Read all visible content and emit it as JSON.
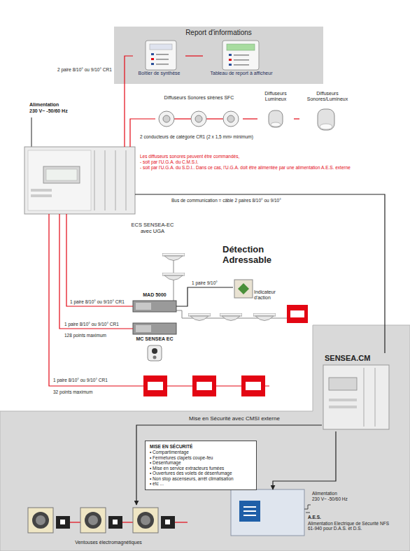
{
  "diagram": {
    "nodes": [
      {
        "text": [
          "Report d'informations"
        ]
      },
      {
        "text": [
          "Boîtier de synthèse"
        ],
        "in": 0
      },
      {
        "text": [
          "Tableau de report à afficheur"
        ],
        "in": 0
      },
      {
        "text": [
          "ECS SENSEA-EC avec UGA"
        ]
      },
      {
        "text": [
          "Diffuseurs Sonores sirènes SFC"
        ]
      },
      {
        "text": [
          "Diffuseurs Lumineux"
        ]
      },
      {
        "text": [
          "Diffuseurs Sonores/Lumineux"
        ]
      },
      {
        "text": [
          "Indicateur d'action"
        ]
      },
      {
        "text": [
          "MAD 5000"
        ]
      },
      {
        "text": [
          "MC SENSEA EC"
        ]
      },
      {
        "text": [
          "SENSEA.CM"
        ]
      },
      {
        "text": [
          "MISE EN SÉCURITÉ",
          "• Compartimentage",
          "• Fermetures clapets coupe-feu",
          "• Désenfumage",
          "• Mise en service extracteurs fumées",
          "• Ouvertures des volets de désenfumage",
          "• Non stop ascenseurs, arrêt climatisation",
          "• etc ..."
        ]
      },
      {
        "text": [
          "Ventouses électromagnétiques"
        ]
      },
      {
        "text": [
          "A.E.S.",
          "Alimentation Electrique de Sécurité NFS 61-940 pour D.A.S. et D.S."
        ]
      }
    ],
    "edges": [
      {
        "from": 3,
        "to": 1,
        "arrow": "none"
      },
      {
        "from": 1,
        "to": 2,
        "arrow": "none"
      },
      {
        "from": 3,
        "to": 4,
        "arrow": "none"
      },
      {
        "from": 4,
        "to": 5,
        "arrow": "none"
      },
      {
        "from": 5,
        "to": 6,
        "arrow": "none"
      },
      {
        "from": 3,
        "to": 10,
        "arrow": "none"
      },
      {
        "from": 3,
        "to": 8,
        "arrow": "none"
      },
      {
        "from": 3,
        "to": 9,
        "arrow": "none"
      },
      {
        "from": 8,
        "to": 7,
        "arrow": "none"
      },
      {
        "from": 10,
        "to": 12,
        "label": "Mise en Sécurité avec CMSI externe",
        "arrow": "to"
      },
      {
        "from": 10,
        "to": 13,
        "arrow": "to"
      }
    ],
    "labels": [
      "2 paire 8/10° ou 9/10° CR1",
      "Alimentation",
      "230 V~ -50/60 Hz",
      "2 conducteurs de catégorie CR1 (2 x 1,5 mm² minimum)",
      "Les diffuseurs sonores peuvent être commandés,",
      "- soit par l'U.G.A. du C.M.S.I.",
      "- soit par l'U.G.A. du S.D.I.. Dans ce cas, l'U.G.A. doit être alimentée par une alimentation A.E.S. externe",
      "Bus de communication = câble 2 paires 8/10° ou 9/10°",
      "Détection Adressable",
      "1 paire 9/10°",
      "1 paire 8/10° ou 9/10° CR1",
      "1 paire 8/10° ou 9/10° CR1",
      "128 points maximum",
      "1 paire 8/10° ou 9/10° CR1",
      "32 points maximum",
      "Alimentation",
      "230 V~ -50/60 Hz"
    ]
  }
}
